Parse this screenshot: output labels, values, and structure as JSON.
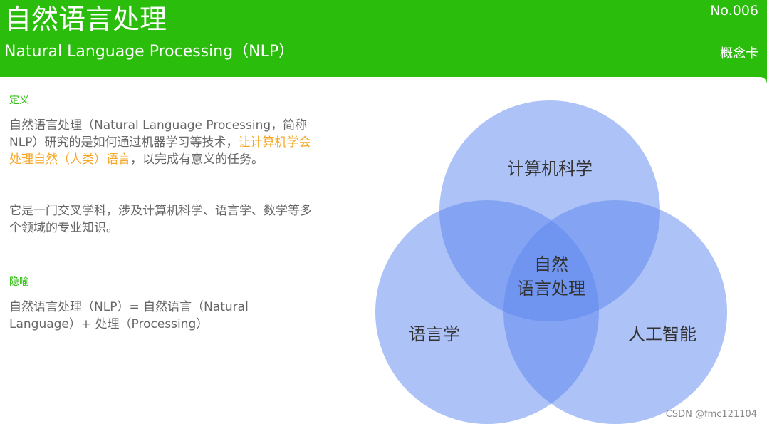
{
  "header": {
    "title": "自然语言处理",
    "subtitle": "Natural Language Processing（NLP）",
    "number": "No.006",
    "kind": "概念卡"
  },
  "definition": {
    "heading": "定义",
    "p1_pre": "自然语言处理（Natural Language Processing，简称NLP）研究的是如何通过机器学习等技术，",
    "p1_highlight": "让计算机学会处理自然（人类）语言",
    "p1_post": "，以完成有意义的任务。",
    "p2": "它是一门交叉学科，涉及计算机科学、语言学、数学等多个领域的专业知识。"
  },
  "metaphor": {
    "heading": "隐喻",
    "text": "自然语言处理（NLP）= 自然语言（Natural Language）+ 处理（Processing）"
  },
  "venn": {
    "top": "计算机科学",
    "left": "语言学",
    "right": "人工智能",
    "center_line1": "自然",
    "center_line2": "语言处理",
    "color": "#5b86f0"
  },
  "watermark": "CSDN @fmc121104"
}
